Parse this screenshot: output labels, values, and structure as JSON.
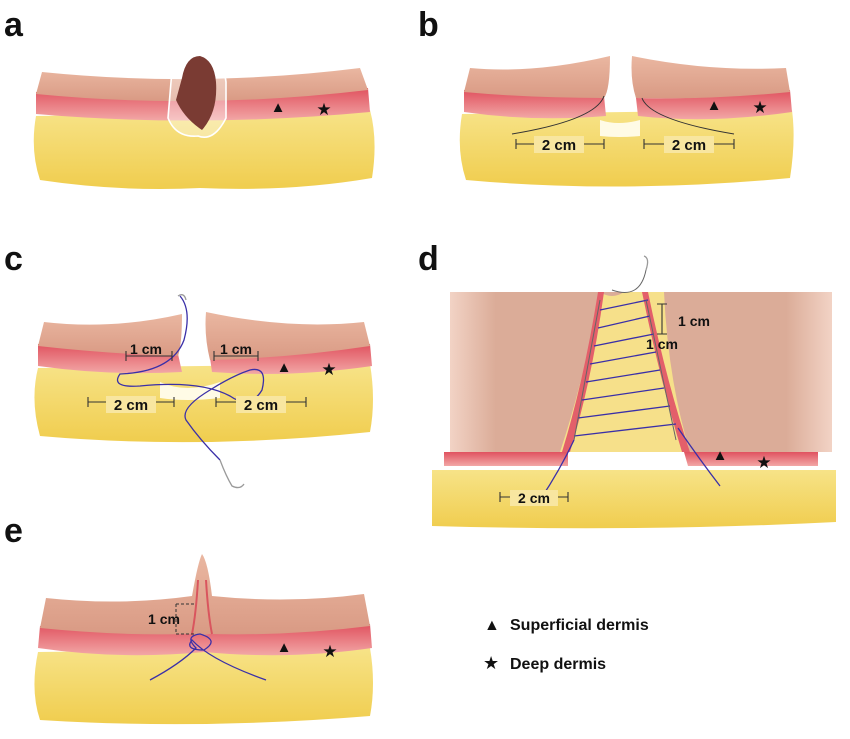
{
  "panels": {
    "a": {
      "letter": "a"
    },
    "b": {
      "letter": "b",
      "left_measure": "2 cm",
      "right_measure": "2 cm"
    },
    "c": {
      "letter": "c",
      "left_small": "1 cm",
      "right_small": "1 cm",
      "left_large": "2 cm",
      "right_large": "2 cm"
    },
    "d": {
      "letter": "d",
      "measure_top": "1 cm",
      "measure_mid": "1 cm",
      "measure_bottom": "2 cm"
    },
    "e": {
      "letter": "e",
      "measure": "1 cm"
    }
  },
  "legend": {
    "items": [
      {
        "symbol": "▲",
        "label": "Superficial dermis"
      },
      {
        "symbol": "★",
        "label": "Deep dermis"
      }
    ]
  },
  "colors": {
    "skin": "#dba38c",
    "skin_top": "#e9b8a2",
    "dermis_band": "#e35f6a",
    "fat": "#f3d35c",
    "fat_light": "#f7e48f",
    "suture": "#3a2fa8",
    "lesion": "#7a3b33"
  }
}
